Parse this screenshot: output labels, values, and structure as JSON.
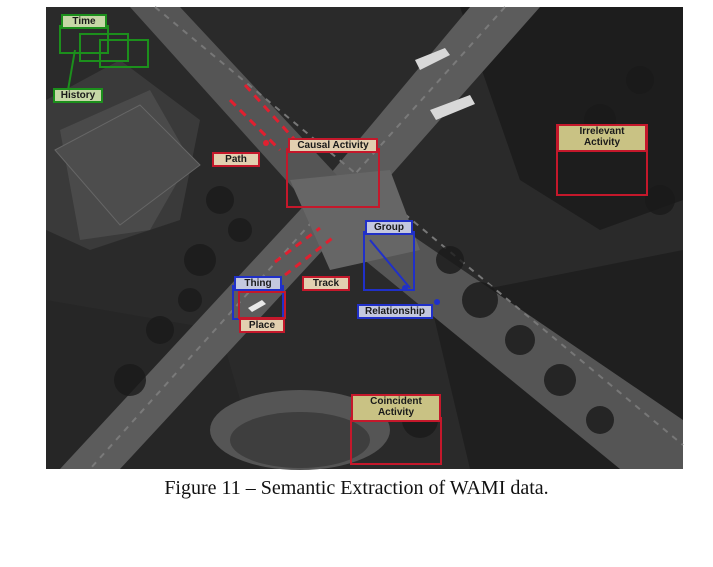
{
  "labels": {
    "time": "Time",
    "history": "History",
    "path": "Path",
    "causal_activity": "Causal Activity",
    "irrelevant_activity": "Irrelevant Activity",
    "group": "Group",
    "thing": "Thing",
    "track": "Track",
    "relationship": "Relationship",
    "place": "Place",
    "coincident_activity": "Coincident Activity"
  },
  "caption": "Figure 11 – Semantic Extraction of WAMI data.",
  "colors": {
    "temporal": "#1c8f1c",
    "activity": "#c4182b",
    "entity": "#2030c8"
  }
}
